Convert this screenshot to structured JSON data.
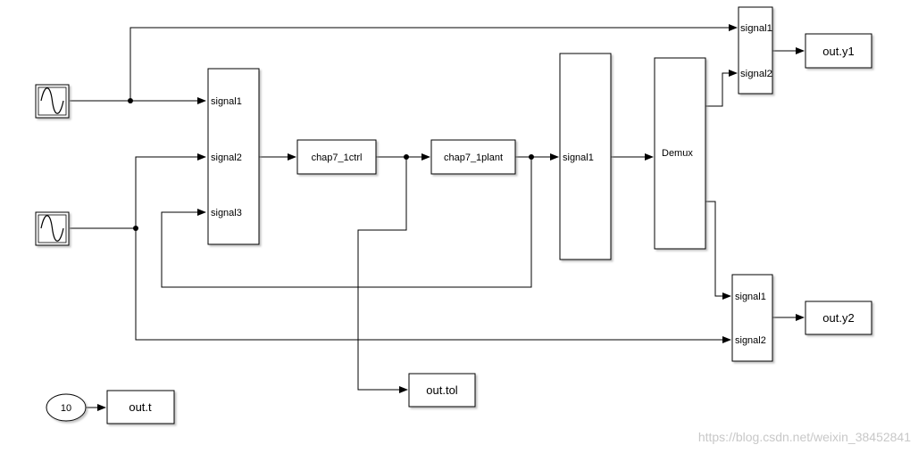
{
  "blocks": {
    "mux1": {
      "ports": [
        "signal1",
        "signal2",
        "signal3"
      ]
    },
    "ctrl": {
      "label": "chap7_1ctrl"
    },
    "plant": {
      "label": "chap7_1plant"
    },
    "mux2": {
      "port": "signal1"
    },
    "demux": {
      "label": "Demux"
    },
    "mux_y1": {
      "ports": [
        "signal1",
        "signal2"
      ]
    },
    "mux_y2": {
      "ports": [
        "signal1",
        "signal2"
      ]
    },
    "out_y1": {
      "label": "out.y1"
    },
    "out_y2": {
      "label": "out.y2"
    },
    "out_tol": {
      "label": "out.tol"
    },
    "out_t": {
      "label": "out.t"
    },
    "clock": {
      "label": "10"
    }
  },
  "icons": {
    "sine_source_1": "sine-wave-icon",
    "sine_source_2": "sine-wave-icon"
  },
  "watermark": "https://blog.csdn.net/weixin_38452841"
}
